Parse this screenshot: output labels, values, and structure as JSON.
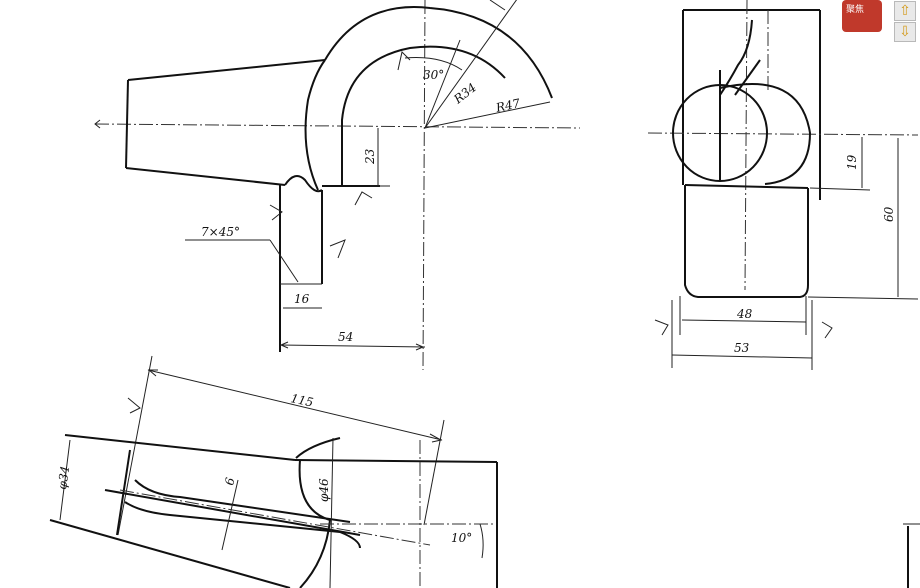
{
  "dimensions": {
    "angle_top": "30°",
    "radius_inner": "R34",
    "radius_outer": "R47",
    "height_23": "23",
    "chamfer": "7×45°",
    "width_16": "16",
    "width_54": "54",
    "height_19": "19",
    "height_60": "60",
    "width_48": "48",
    "width_53": "53",
    "length_115": "115",
    "dia_34": "φ34",
    "thickness_6": "6",
    "dia_46": "φ46",
    "angle_10": "10°"
  },
  "logo": {
    "text": "聚焦"
  },
  "nav": {
    "up_icon": "arrow-up-icon",
    "down_icon": "arrow-down-icon"
  },
  "colors": {
    "logo_bg": "#c0392b",
    "arrow": "#d39a1a"
  }
}
